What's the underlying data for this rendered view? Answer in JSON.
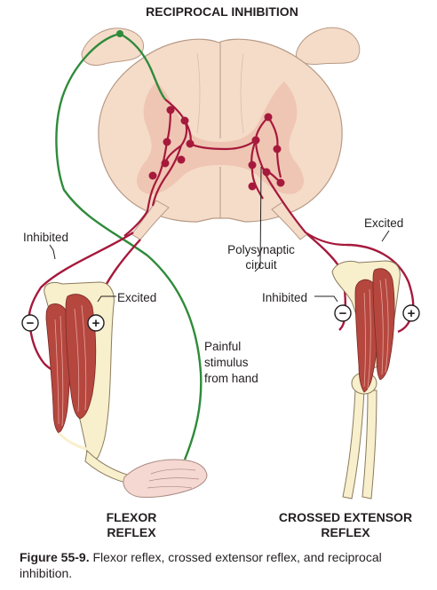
{
  "title": "RECIPROCAL INHIBITION",
  "labels": {
    "inhibited_left": "Inhibited",
    "excited_left": "Excited",
    "polysynaptic_line1": "Polysynaptic",
    "polysynaptic_line2": "circuit",
    "excited_right": "Excited",
    "inhibited_right": "Inhibited",
    "stimulus_line1": "Painful",
    "stimulus_line2": "stimulus",
    "stimulus_line3": "from hand"
  },
  "signs": {
    "minus": "−",
    "plus": "+"
  },
  "reflexes": {
    "flexor_line1": "FLEXOR",
    "flexor_line2": "REFLEX",
    "crossed_line1": "CROSSED EXTENSOR",
    "crossed_line2": "REFLEX"
  },
  "caption": {
    "figure_label": "Figure 55-9.",
    "text": " Flexor reflex, crossed extensor reflex, and reciprocal inhibition."
  },
  "colors": {
    "spinal_cord": "#f4dcc9",
    "grey_matter": "#efc6b3",
    "outline": "#b79a86",
    "motor_nerve": "#a6193c",
    "sensory_nerve": "#2e8b3a",
    "bone": "#f8efcc",
    "muscle": "#b5473f",
    "hand": "#f6d8d2"
  }
}
